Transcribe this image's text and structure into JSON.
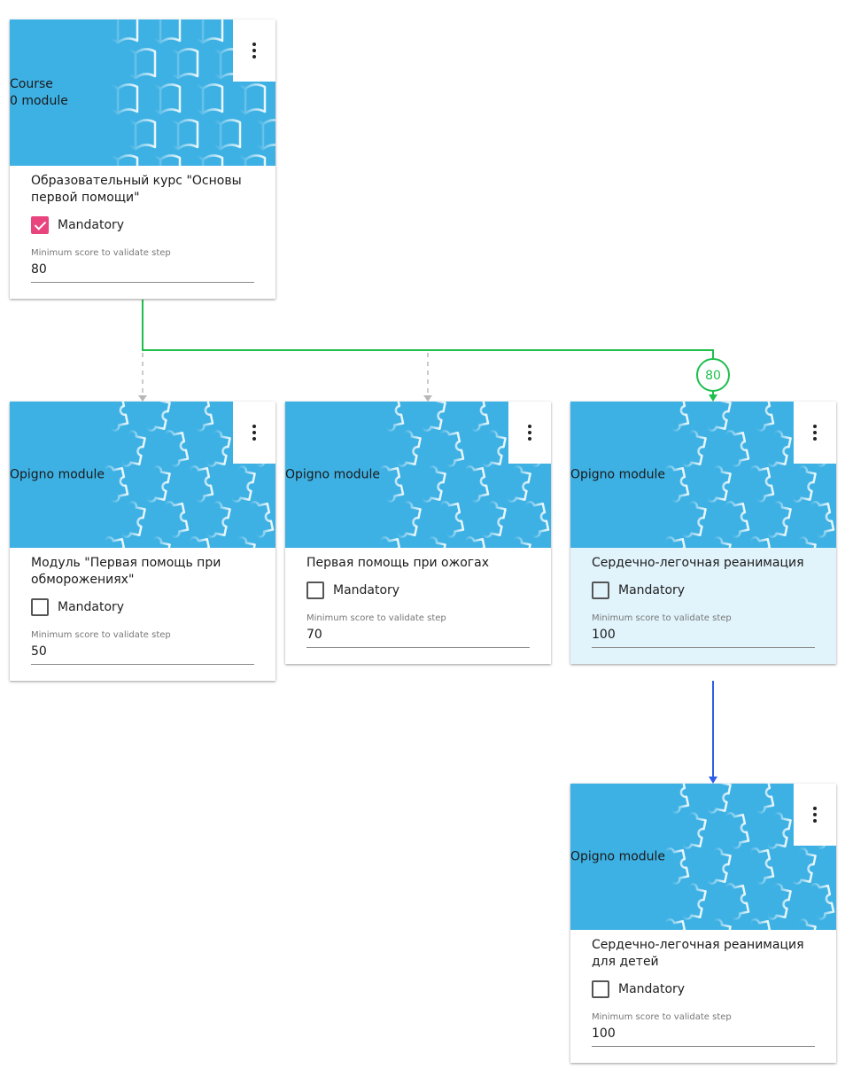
{
  "nodes": [
    {
      "type_line1": "Course",
      "type_line2": "0 module",
      "title": "Образовательный курс \"Основы первой помощи\"",
      "mandatory_label": "Mandatory",
      "mandatory_checked": true,
      "score_label": "Minimum score to validate step",
      "score": "80",
      "menu_icon": "vertical-dots-icon",
      "image_pattern": "book-pattern"
    },
    {
      "type_line1": "Opigno module",
      "title": "Модуль \"Первая помощь при обморожениях\"",
      "mandatory_label": "Mandatory",
      "mandatory_checked": false,
      "score_label": "Minimum score to validate step",
      "score": "50",
      "menu_icon": "vertical-dots-icon",
      "image_pattern": "puzzle-pattern"
    },
    {
      "type_line1": "Opigno module",
      "title": "Первая помощь при ожогах",
      "mandatory_label": "Mandatory",
      "mandatory_checked": false,
      "score_label": "Minimum score to validate step",
      "score": "70",
      "menu_icon": "vertical-dots-icon",
      "image_pattern": "puzzle-pattern"
    },
    {
      "type_line1": "Opigno module",
      "title": "Сердечно-легочная реанимация",
      "mandatory_label": "Mandatory",
      "mandatory_checked": false,
      "score_label": "Minimum score to validate step",
      "score": "100",
      "menu_icon": "vertical-dots-icon",
      "image_pattern": "puzzle-pattern",
      "selected": true
    },
    {
      "type_line1": "Opigno module",
      "title": "Сердечно-легочная реанимация для детей",
      "mandatory_label": "Mandatory",
      "mandatory_checked": false,
      "score_label": "Minimum score to validate step",
      "score": "100",
      "menu_icon": "vertical-dots-icon",
      "image_pattern": "puzzle-pattern"
    }
  ],
  "edges": {
    "conditional_label": "80"
  },
  "colors": {
    "card_image_bg": "#3eb1e4",
    "checkbox_checked": "#e8457e",
    "selected_card_bg": "#e1f4fc",
    "edge_green": "#1fbf4e",
    "edge_blue": "#2f5ee8",
    "edge_dashed_gray": "#b8b8b8"
  }
}
